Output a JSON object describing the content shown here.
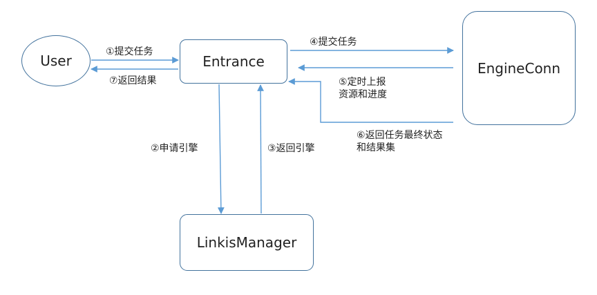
{
  "nodes": {
    "user": "User",
    "entrance": "Entrance",
    "engine": "EngineConn",
    "manager": "LinkisManager"
  },
  "steps": {
    "s1": "①提交任务",
    "s2": "②申请引擎",
    "s3": "③返回引擎",
    "s4": "④提交任务",
    "s5_line1": "⑤定时上报",
    "s5_line2": "资源和进度",
    "s6_line1": "⑥返回任务最终状态",
    "s6_line2": "和结果集",
    "s7": "⑦返回结果"
  },
  "colors": {
    "edge": "#5b9bd5",
    "border": "#41719c"
  }
}
